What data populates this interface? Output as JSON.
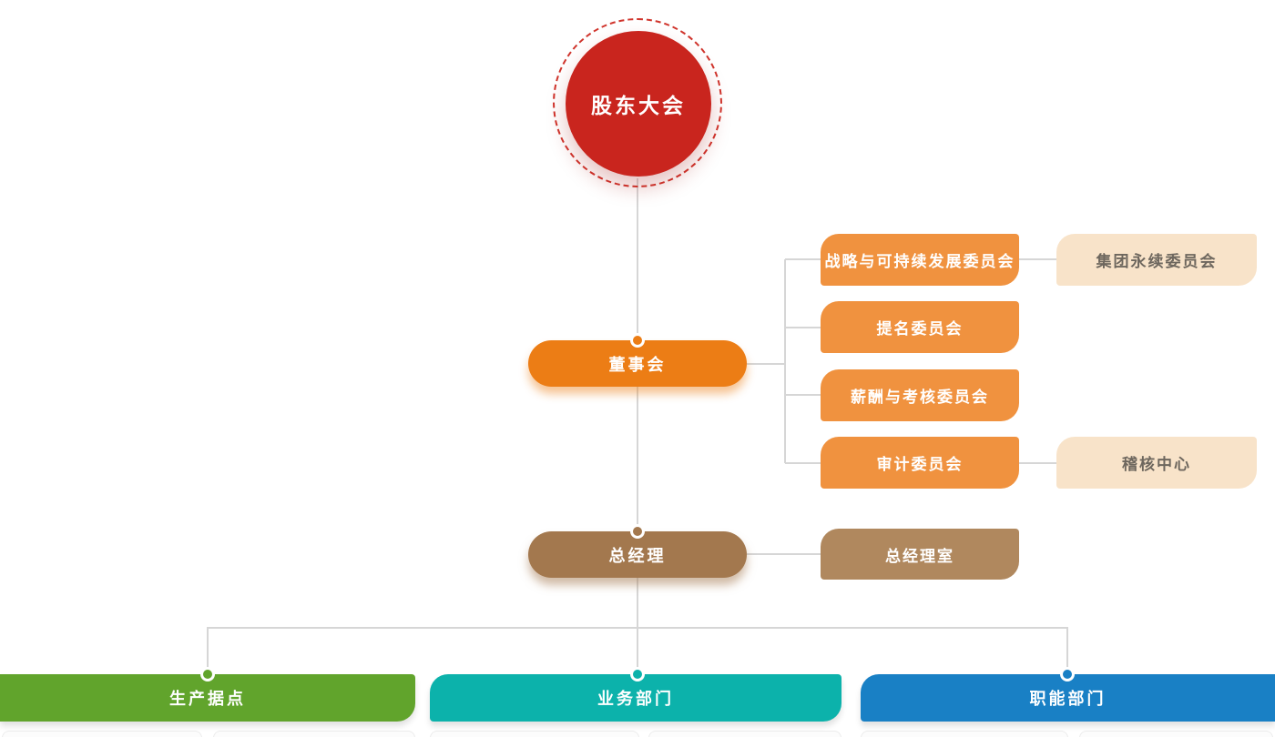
{
  "chart": {
    "type": "org-chart",
    "root": {
      "label": "股东大会"
    },
    "board": {
      "label": "董事会"
    },
    "committees": [
      {
        "label": "战略与可持续发展委员会"
      },
      {
        "label": "提名委员会"
      },
      {
        "label": "薪酬与考核委员会"
      },
      {
        "label": "审计委员会"
      }
    ],
    "affiliates": [
      {
        "label": "集团永续委员会",
        "linked_to": "战略与可持续发展委员会"
      },
      {
        "label": "稽核中心",
        "linked_to": "审计委员会"
      }
    ],
    "gm": {
      "label": "总经理"
    },
    "gm_office": {
      "label": "总经理室"
    },
    "divisions": [
      {
        "label": "生产据点",
        "color": "#61a42c"
      },
      {
        "label": "业务部门",
        "color": "#0cb2ab"
      },
      {
        "label": "职能部门",
        "color": "#1980c5"
      }
    ]
  },
  "colors": {
    "root_circle": "#c9251e",
    "board_pill": "#ec7d15",
    "committee_box": "#f0923f",
    "affiliate_box_bg": "#f8e3c9",
    "affiliate_text": "#6e675e",
    "gm_pill": "#a3784e",
    "gm_office_box": "#b0885e",
    "connector_line": "#d6d6d6",
    "text_on_color": "#ffffff"
  }
}
